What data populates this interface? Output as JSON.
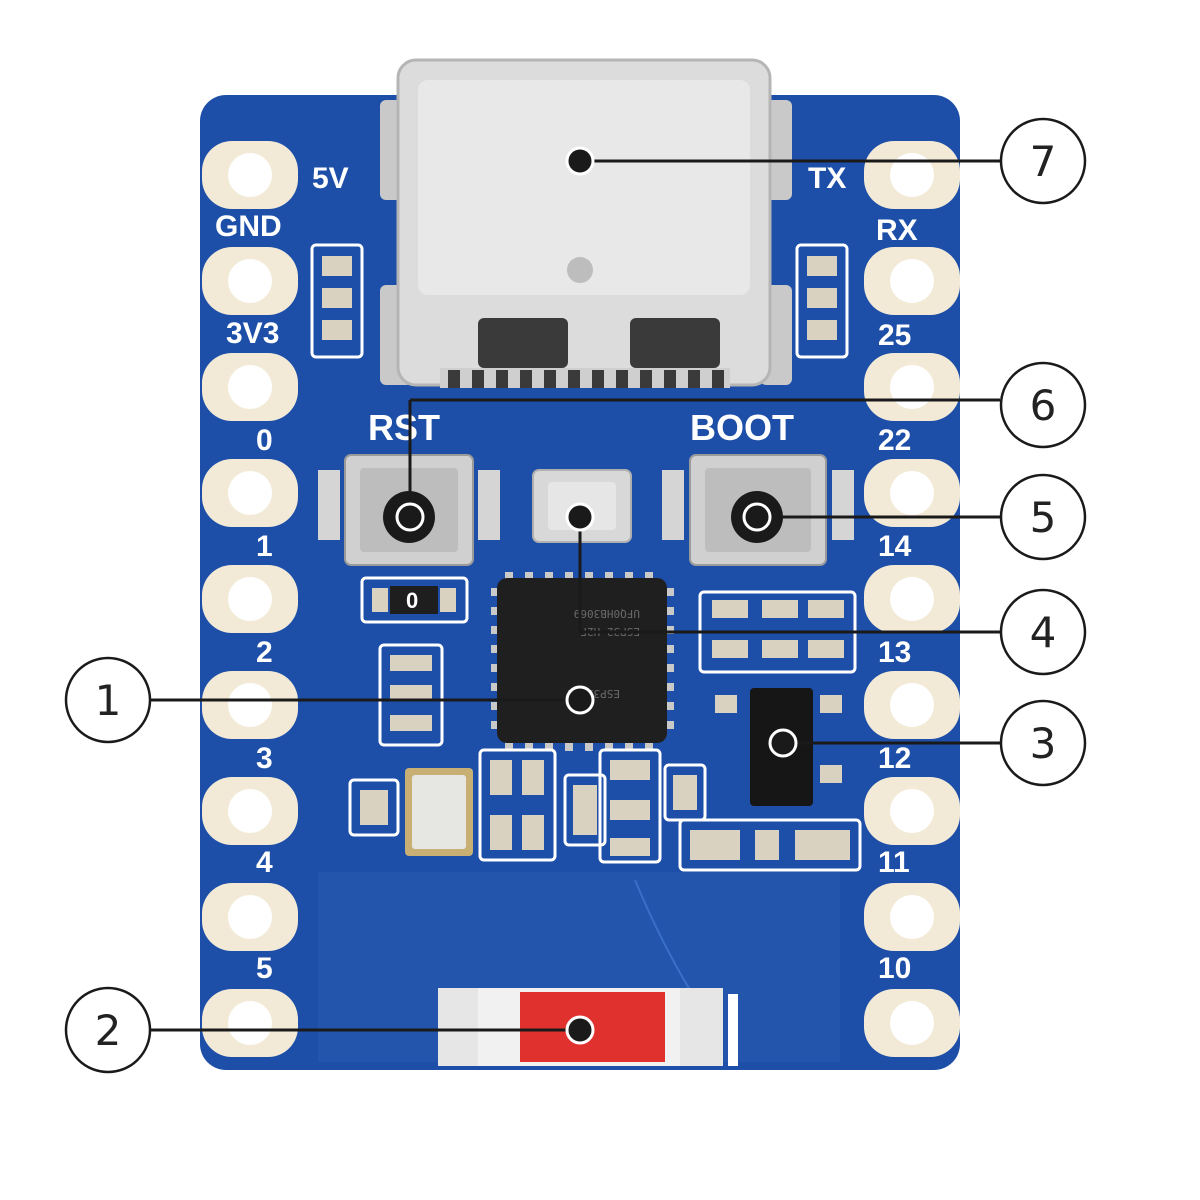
{
  "board": {
    "left_pins": [
      "5V",
      "GND",
      "3V3",
      "0",
      "1",
      "2",
      "3",
      "4",
      "5"
    ],
    "right_pins": [
      "TX",
      "RX",
      "25",
      "22",
      "14",
      "13",
      "12",
      "11",
      "10"
    ],
    "button_left_label": "RST",
    "button_right_label": "BOOT",
    "resistor_marking": "0",
    "chip_markings": [
      "ESP32-H2",
      "UFQ0HB3069",
      "ESP32-H2F"
    ],
    "colors": {
      "pcb": "#1e4fa8",
      "pcb_edge": "#2c5fba",
      "silkscreen": "#ffffff",
      "pad": "#f2ead6",
      "usb_metal": "#dcdcdc",
      "antenna": "#e0312f"
    }
  },
  "callouts": [
    "1",
    "2",
    "3",
    "4",
    "5",
    "6",
    "7"
  ]
}
